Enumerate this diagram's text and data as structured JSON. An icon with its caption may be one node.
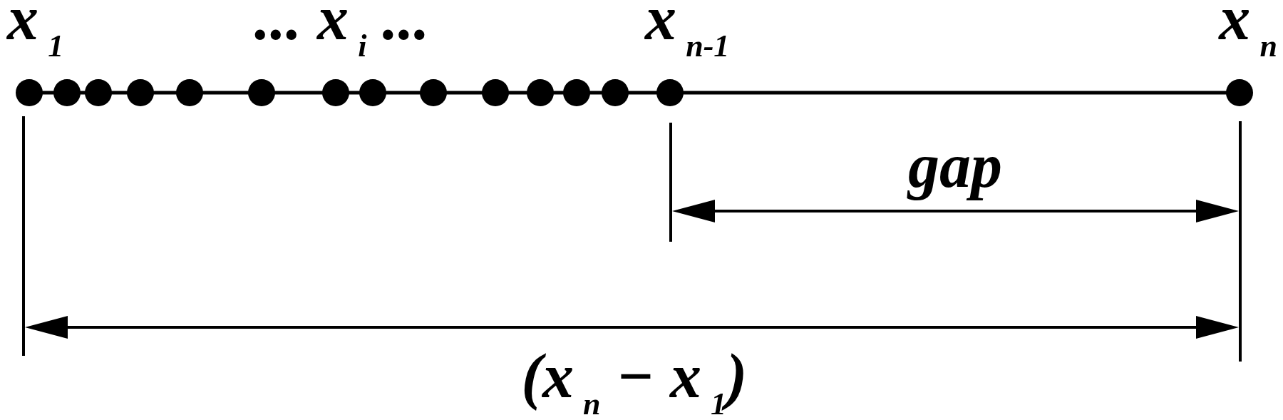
{
  "diagram": {
    "labels": [
      "x$_{1}$",
      "... x$_{i}$ ...",
      "x$_{n-1}$",
      "x$_{n}$",
      "gap",
      "(x$_{n}$ − x$_{1}$)"
    ]
  }
}
